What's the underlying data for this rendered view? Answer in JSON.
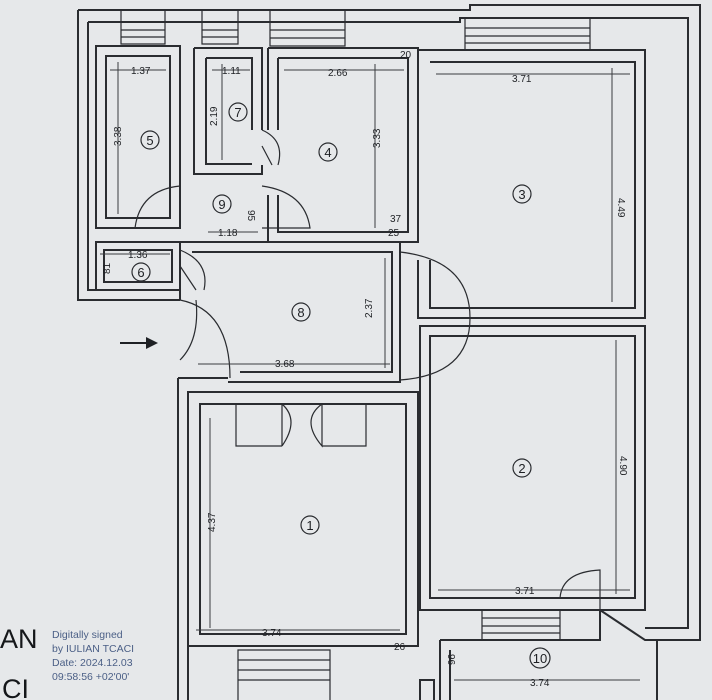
{
  "rooms": [
    {
      "id": "1",
      "label": "1"
    },
    {
      "id": "2",
      "label": "2"
    },
    {
      "id": "3",
      "label": "3"
    },
    {
      "id": "4",
      "label": "4"
    },
    {
      "id": "5",
      "label": "5"
    },
    {
      "id": "6",
      "label": "6"
    },
    {
      "id": "7",
      "label": "7"
    },
    {
      "id": "8",
      "label": "8"
    },
    {
      "id": "9",
      "label": "9"
    },
    {
      "id": "10",
      "label": "10"
    }
  ],
  "dimensions": {
    "r5_width": "1.37",
    "r5_height": "3.38",
    "r7_width": "1.11",
    "r7_height": "2.19",
    "r4_width": "2.66",
    "r4_height": "3.33",
    "r4_corner": "20",
    "r4_corner_b": "37",
    "r4_corner_c": "25",
    "r3_width": "3.71",
    "r3_height": "4.49",
    "r9_width": "1.18",
    "r9_height": "95",
    "r6_width": "1.36",
    "r6_height": "81",
    "r8_width": "3.68",
    "r8_height": "2.37",
    "r1_width": "3.74",
    "r1_height": "4.37",
    "r1_corner": "26",
    "r2_width": "3.71",
    "r2_height": "4.90",
    "r10_width": "3.74",
    "r10_height": "96"
  },
  "signature": {
    "line1": "Digitally signed",
    "line2": "by IULIAN TCACI",
    "line3": "Date: 2024.12.03",
    "line4": "09:58:56 +02'00'"
  },
  "margin_text": {
    "line1": "AN",
    "line2": "CI"
  }
}
